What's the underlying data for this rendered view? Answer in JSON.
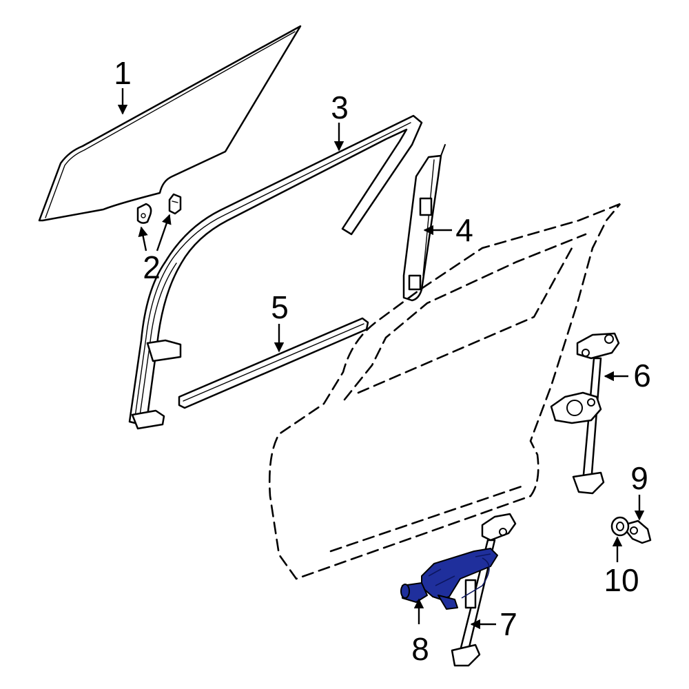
{
  "diagram": {
    "callouts": [
      {
        "id": "1",
        "label": "1"
      },
      {
        "id": "2",
        "label": "2"
      },
      {
        "id": "3",
        "label": "3"
      },
      {
        "id": "4",
        "label": "4"
      },
      {
        "id": "5",
        "label": "5"
      },
      {
        "id": "6",
        "label": "6"
      },
      {
        "id": "7",
        "label": "7"
      },
      {
        "id": "8",
        "label": "8"
      },
      {
        "id": "9",
        "label": "9"
      },
      {
        "id": "10",
        "label": "10"
      }
    ],
    "highlighted_part": "8",
    "colors": {
      "line": "#000000",
      "background": "#ffffff",
      "highlight": "#1f2f9c"
    }
  }
}
